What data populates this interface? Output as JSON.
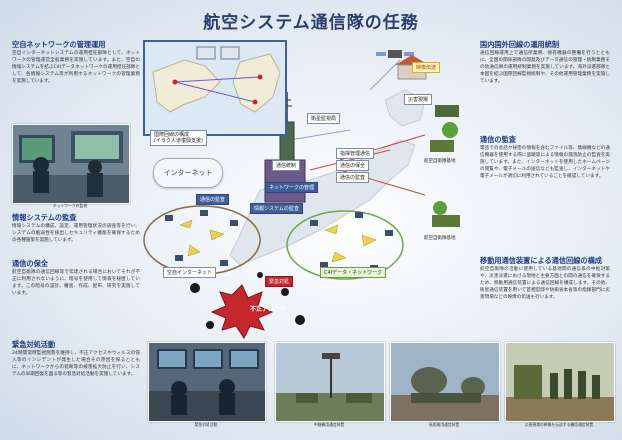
{
  "title": "航空システム通信隊の任務",
  "left": {
    "s1": {
      "heading": "空自ネットワークの管理運用",
      "body": "空自インターネットシステムの運用担任部隊として、ネットワークの管理運営全般業務を実施しています。また、空自の情報システムを結ぶC4Iデータネットワークの運用担任部隊として、各情報システム等が利用するネットワークの管理業務を実施しています。"
    },
    "photo1_caption": "ネットワークの監視",
    "s2": {
      "heading": "情報システムの監査",
      "body": "情報システムの構成、設定、運用管理状況の調査等を行い、システムの脆弱性を検出しセキュリティ機能を確保するための各種施策を実施しています。"
    },
    "s3": {
      "heading": "通信の保全",
      "body": "航空自衛隊の通信回線等で伝達される場合においてそれが不正に利用されないように、暗号を使用して情報を秘匿しています。この暗号の設計、審査、作成、配布、研究を実施しています。"
    },
    "s4": {
      "heading": "緊急対処活動",
      "body": "24時間常時監視態勢を維持し、不正アクセスやウィルスの侵入等のインシデントが発生した場合その原因を探るとともに、ネットワークからの遮断等の被害拡大防止を行い、システムの早期回復を図る等の緊急対処活動を実施しています。"
    },
    "photo_bottom_caption": "緊急対処活動"
  },
  "right": {
    "s1": {
      "heading": "国内国外回線の運用統制",
      "body": "通信回線運用上で通信所業務、保有機器の整備を行うとともに、全国の関係部隊の開発及びデータ通信の管理・統制業務その他通信網の運用統制業務を実施しています。海外派遣部隊と本国を結ぶ国際回線監視統制や、その他運用管理業務を実施しています。"
    },
    "s2": {
      "heading": "通信の監査",
      "body": "電話での会話や秘密の情報を含むファイル等、無線機などの通信機器を使用する際に盗聴等による情報の漏洩防止の監査を実施しています。また、インターネットを使用したホームページの閲覧や、電子メールの送信なども監査し、インターネットや電子メールが適切に利用されていることを確認しています。"
    },
    "s3": {
      "heading": "移動用通信装置による通信回線の構成",
      "body": "航空自衛隊の活動に使用している基地間の通信系の中枢対策や、災害派遣における現地と主要方面との間の通信を確保するため、移動用通信装置による通信回線を構成します。その他、衛星通信装置を用いて首相官邸や防衛省本省等の指揮部門に災害現場などの映像の伝送も行います。"
    }
  },
  "diagram": {
    "map_inset_label": "国際回線の構成\n(イラク人道復興支援)",
    "internet_cloud": "インターネット",
    "comm_monitor": "通信の監査",
    "comm_control": "通信統制",
    "sat_hq": "衛星監視局",
    "network_mgmt": "ネットワークの管理",
    "info_audit": "情報システムの監査",
    "sat_control": "指揮管理通信",
    "comm_protect": "通信の保全",
    "comm_audit2": "通信の監査",
    "sdf_net": "空自インターネット",
    "c4i_net": "C4Iデータ・ネットワーク",
    "emergency": "緊急対処",
    "illegal_access": "不正アクセス",
    "disaster_site": "災害現場",
    "video_transmit": "映像伝送",
    "base_a": "航空自衛隊基地",
    "base_b": "航空自衛隊基地"
  },
  "bottom_captions": [
    "中継機用通信装置",
    "長距離用通信装置",
    "災害現場の映像を伝送する機用通信装置"
  ],
  "colors": {
    "title": "#2a3f6d",
    "heading": "#1f3c80",
    "accent_blue": "#3d5f9c",
    "accent_green": "#6f9a4c",
    "alert_red": "#c8262d"
  }
}
